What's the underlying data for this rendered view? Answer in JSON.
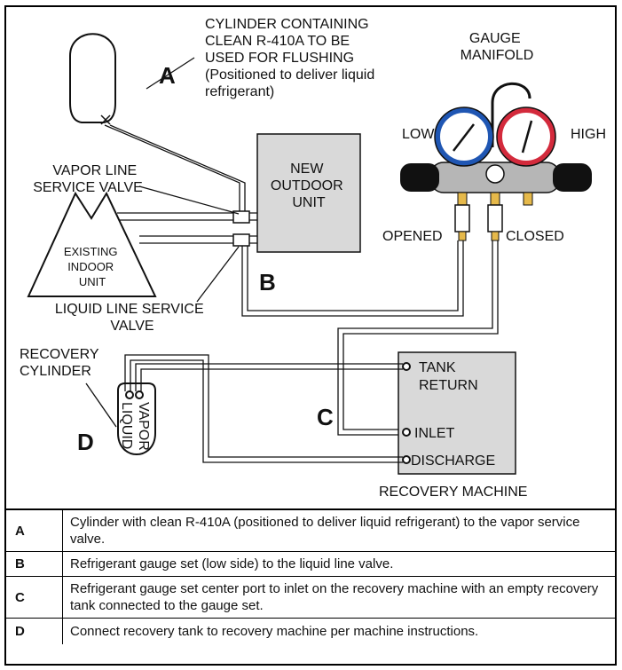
{
  "labels": {
    "cylinder": [
      "CYLINDER CONTAINING",
      "CLEAN R-410A TO  BE",
      "USED FOR FLUSHING",
      "(Positioned to deliver liquid",
      "refrigerant)"
    ],
    "gauge_manifold": [
      "GAUGE",
      "MANIFOLD"
    ],
    "low": "LOW",
    "high": "HIGH",
    "new_outdoor_unit": [
      "NEW",
      "OUTDOOR",
      "UNIT"
    ],
    "vapor_line_service_valve": [
      "VAPOR LINE",
      "SERVICE VALVE"
    ],
    "existing_indoor_unit": [
      "EXISTING",
      "INDOOR",
      "UNIT"
    ],
    "opened": "OPENED",
    "closed": "CLOSED",
    "liquid_line_service_valve": [
      "LIQUID LINE SERVICE",
      "VALVE"
    ],
    "recovery_cylinder": [
      "RECOVERY",
      "CYLINDER"
    ],
    "liquid": "LIQUID",
    "vapor": "VAPOR",
    "tank_return": [
      "TANK",
      "RETURN"
    ],
    "inlet": "INLET",
    "discharge": "DISCHARGE",
    "recovery_machine": "RECOVERY MACHINE",
    "marker_a": "A",
    "marker_b": "B",
    "marker_c": "C",
    "marker_d": "D"
  },
  "colors": {
    "low_gauge": "#1f56b3",
    "high_gauge": "#d32a3c",
    "unit_fill": "#d9d9d9",
    "fitting_brass": "#e6b94a"
  },
  "legend": [
    {
      "key": "A",
      "text": "Cylinder with clean R-410A (positioned to deliver liquid refrigerant) to the vapor service valve."
    },
    {
      "key": "B",
      "text": "Refrigerant gauge set (low side) to the liquid line valve."
    },
    {
      "key": "C",
      "text": "Refrigerant gauge set center port to inlet on the recovery machine with an empty recovery tank connected to the gauge set."
    },
    {
      "key": "D",
      "text": "Connect recovery tank to recovery machine per machine instructions."
    }
  ]
}
